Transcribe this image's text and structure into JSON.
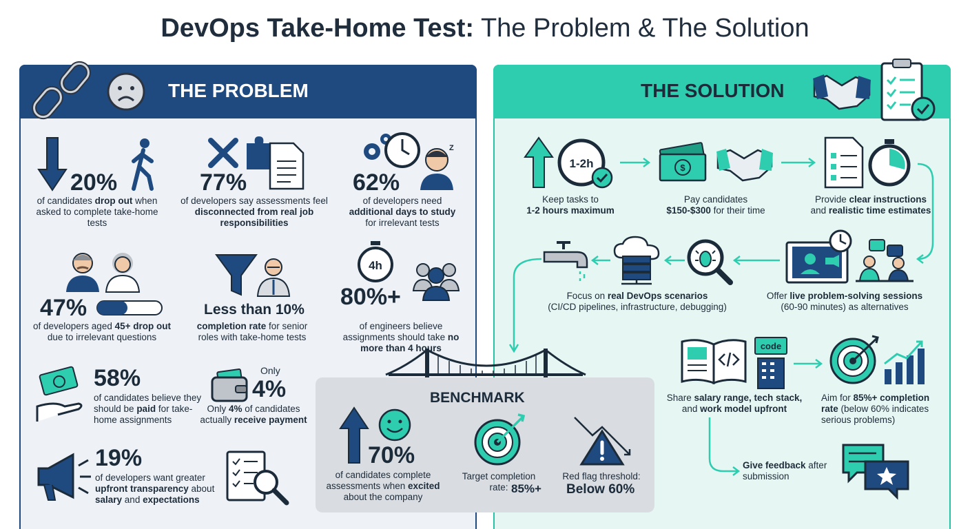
{
  "title": {
    "bold": "DevOps Take-Home Test:",
    "rest": " The Problem & The Solution"
  },
  "problem": {
    "heading": "THE PROBLEM",
    "stats": [
      {
        "value": "20%",
        "pre": "of candidates ",
        "bold": "drop out",
        "post": " when asked to complete take-home tests"
      },
      {
        "value": "77%",
        "pre": "of developers say assessments feel ",
        "bold": "disconnected from real job responsibilities",
        "post": ""
      },
      {
        "value": "62%",
        "pre": "of developers need ",
        "bold": "additional days to study",
        "post": " for irrelevant tests"
      },
      {
        "value": "47%",
        "pre": "of developers aged ",
        "bold": "45+ drop out",
        "post": " due to irrelevant questions"
      },
      {
        "value": "Less than 10%",
        "pre": "",
        "bold": "completion rate",
        "post": " for senior roles with take-home tests"
      },
      {
        "value": "80%+",
        "pre": "of engineers believe assignments should take ",
        "bold": "no more than 4 hours",
        "post": ""
      },
      {
        "value": "58%",
        "pre": "of candidates believe they should be ",
        "bold": "paid",
        "post": " for take-home assignments"
      },
      {
        "value": "4%",
        "small": "Only",
        "pre": "Only ",
        "bold": "4%",
        "post": " of candidates actually ",
        "bold2": "receive payment"
      },
      {
        "value": "19%",
        "pre": "of developers want greater ",
        "bold": "upfront transparency",
        "post": " about ",
        "bold2": "salary",
        "post2": " and ",
        "bold3": "expectations"
      }
    ],
    "icon_labels": {
      "clock_4h": "4h"
    }
  },
  "benchmark": {
    "heading": "BENCHMARK",
    "items": [
      {
        "value": "70%",
        "pre": "of candidates complete assessments when ",
        "bold": "excited",
        "post": " about the company"
      },
      {
        "label": "Target completion rate:",
        "value": "85%+"
      },
      {
        "label": "Red flag threshold:",
        "value": "Below 60%"
      }
    ]
  },
  "solution": {
    "heading": "THE SOLUTION",
    "steps": [
      {
        "pre": "Keep tasks to ",
        "bold": "1-2 hours maximum",
        "post": ""
      },
      {
        "pre": "Pay candidates ",
        "bold": "$150-$300",
        "post": " for their time"
      },
      {
        "pre": "Provide ",
        "bold": "clear instructions",
        "post": " and ",
        "bold2": "realistic time estimates"
      },
      {
        "pre": "Focus on ",
        "bold": "real DevOps scenarios",
        "post": " (CI/CD pipelines, infrastructure, debugging)"
      },
      {
        "pre": "Offer ",
        "bold": "live problem-solving sessions",
        "post": " (60-90 minutes) as alternatives"
      },
      {
        "pre": "Share ",
        "bold": "salary range, tech stack,",
        "post": " and ",
        "bold2": "work model upfront"
      },
      {
        "pre": "Aim for ",
        "bold": "85%+ completion rate",
        "post": " (below 60% indicates serious problems)"
      },
      {
        "pre": "",
        "bold": "Give feedback",
        "post": " after submission"
      }
    ],
    "icon_labels": {
      "clock": "1-2h",
      "code": "code"
    }
  },
  "colors": {
    "navy": "#1f4a80",
    "teal": "#2ecdb0",
    "dark": "#1c2b3a"
  }
}
